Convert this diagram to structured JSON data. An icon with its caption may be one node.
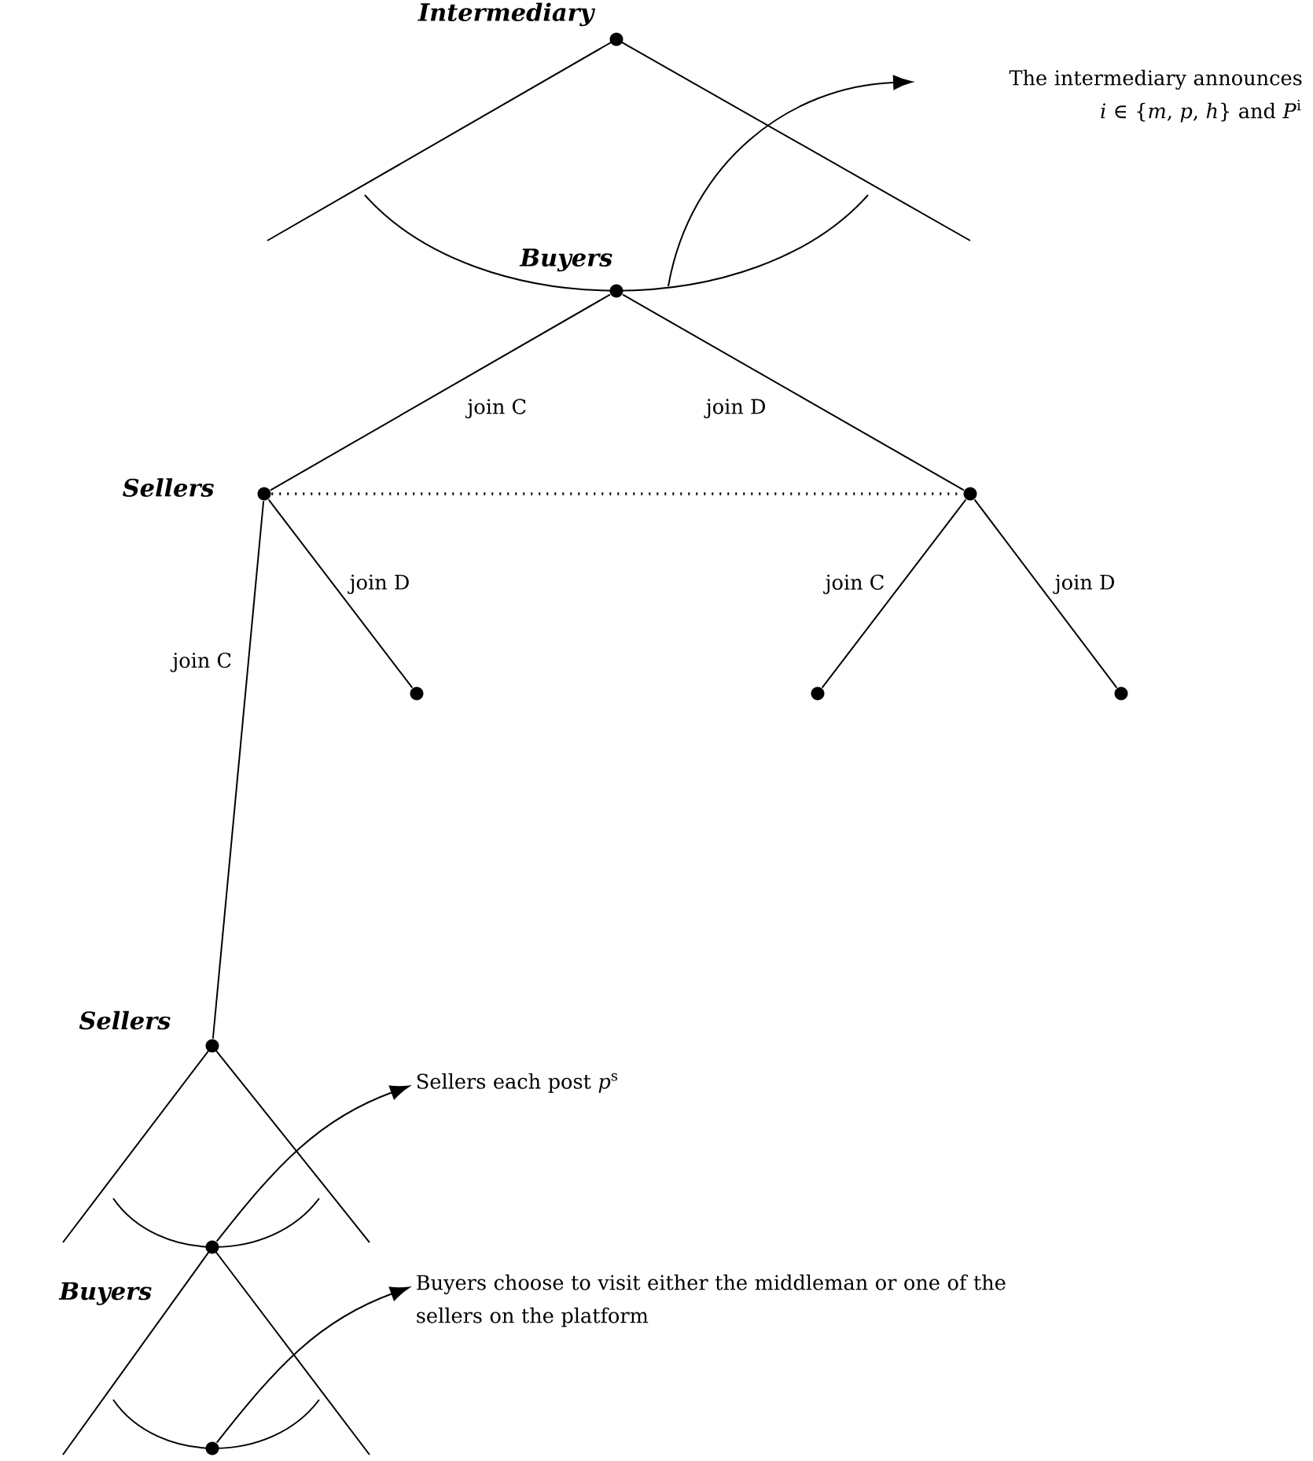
{
  "diagram": {
    "nodes": [
      {
        "text": [
          "Intermediary"
        ]
      },
      {
        "text": [
          "Buyers"
        ]
      },
      {
        "text": [
          "Sellers"
        ]
      },
      {
        "text": [],
        "shape": "circle"
      },
      {
        "text": [],
        "shape": "circle"
      },
      {
        "text": [],
        "shape": "circle"
      },
      {
        "text": [],
        "shape": "circle"
      },
      {
        "text": [
          "Sellers"
        ]
      },
      {
        "text": [
          "Buyers"
        ]
      },
      {
        "text": [],
        "shape": "circle"
      },
      {
        "text": [
          "The intermediary announces *i* ∈ {*m*, *p*, *h*} and *P*$^{i}$"
        ]
      },
      {
        "text": [
          "Sellers each post *p*$^{s}$"
        ]
      },
      {
        "text": [
          "Buyers choose to visit either the middleman or one of the sellers on the platform"
        ]
      }
    ],
    "edges": [
      {
        "from": 1,
        "to": 2,
        "arrow": "none",
        "label": "join C"
      },
      {
        "from": 1,
        "to": 3,
        "arrow": "none",
        "label": "join D"
      },
      {
        "from": 2,
        "to": 3,
        "arrow": "none",
        "style": "dashed"
      },
      {
        "from": 2,
        "to": 4,
        "arrow": "none",
        "label": "join D"
      },
      {
        "from": 2,
        "to": 7,
        "arrow": "none",
        "label": "join C"
      },
      {
        "from": 3,
        "to": 5,
        "arrow": "none",
        "label": "join C"
      },
      {
        "from": 3,
        "to": 6,
        "arrow": "none",
        "label": "join D"
      },
      {
        "from": 1,
        "to": 10,
        "arrow": "to"
      },
      {
        "from": 8,
        "to": 11,
        "arrow": "to"
      },
      {
        "from": 9,
        "to": 12,
        "arrow": "to"
      }
    ]
  }
}
